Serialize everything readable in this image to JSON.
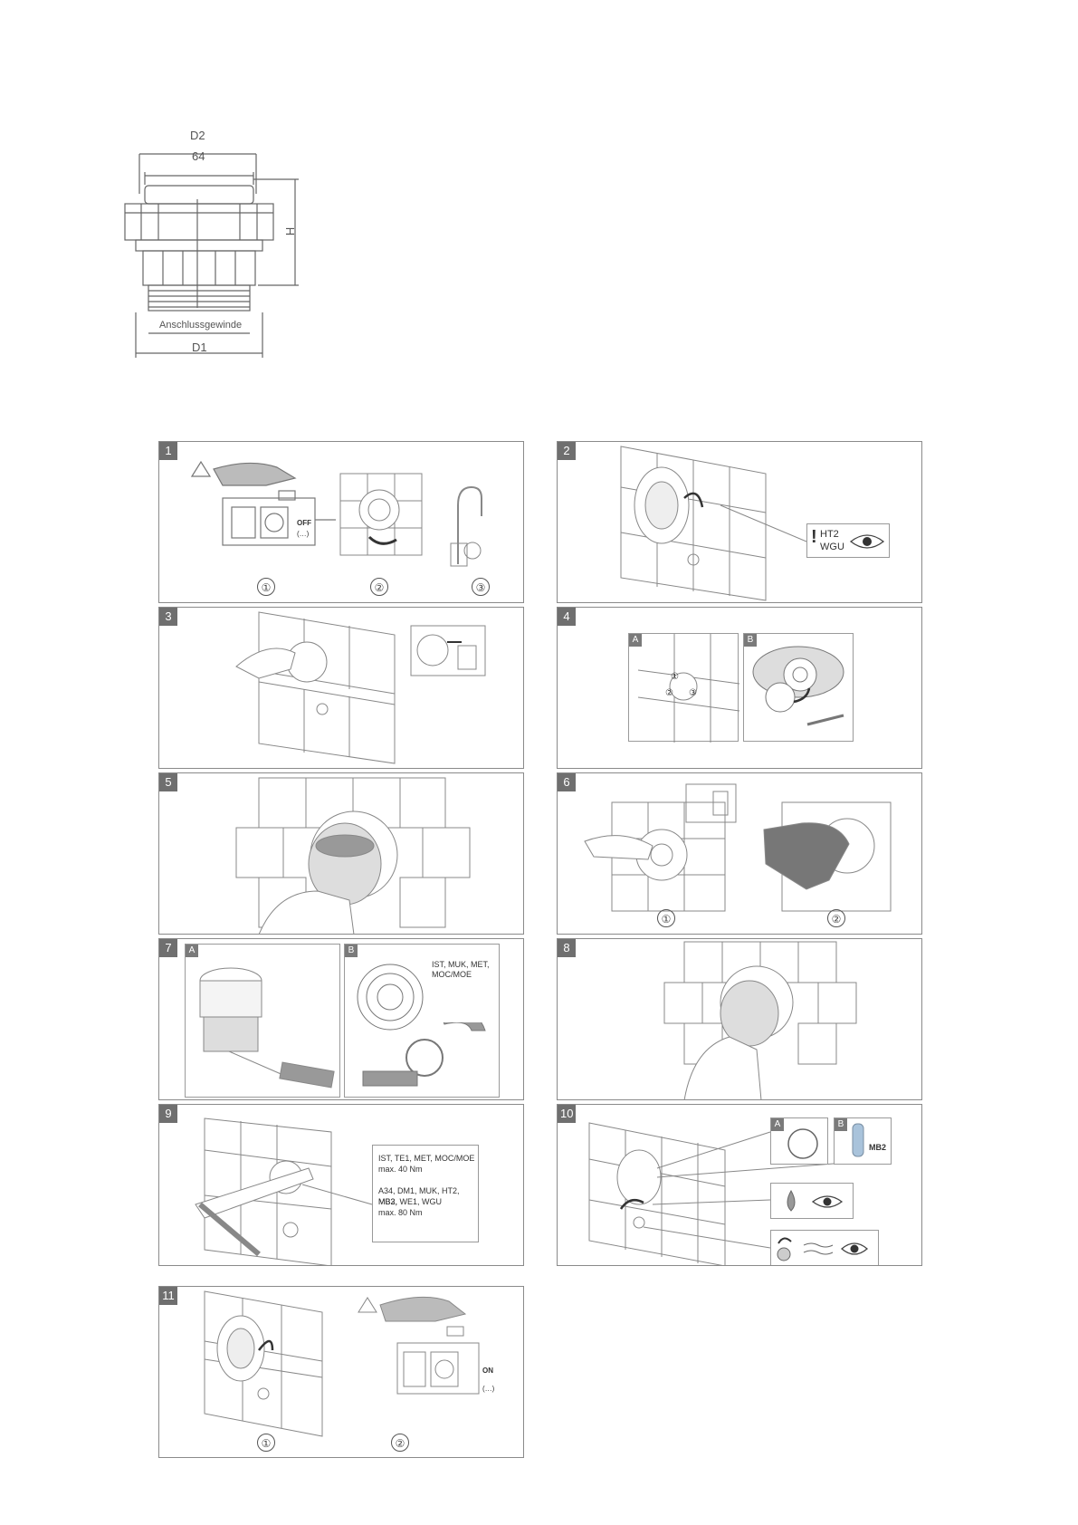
{
  "drawing": {
    "d2": "D2",
    "d64": "64",
    "h": "H",
    "thread": "Anschlussgewinde",
    "d1": "D1"
  },
  "steps": [
    {
      "n": "1",
      "off": "OFF",
      "dots": "(…)",
      "c1": "①",
      "c2": "②",
      "c3": "③"
    },
    {
      "n": "2",
      "codes": [
        "HT2",
        "WGU"
      ]
    },
    {
      "n": "3"
    },
    {
      "n": "4",
      "a": "A",
      "b": "B",
      "c1": "①",
      "c2": "②",
      "c3": "③"
    },
    {
      "n": "5"
    },
    {
      "n": "6",
      "c1": "①",
      "c2": "②"
    },
    {
      "n": "7",
      "a": "A",
      "b": "B",
      "note": [
        "IST, MUK, MET,",
        "MOC/MOE"
      ]
    },
    {
      "n": "8"
    },
    {
      "n": "9",
      "note": [
        "IST, TE1, MET, MOC/MOE",
        "max. 40 Nm",
        "",
        "A34, DM1, MUK, HT2, MB2,",
        "MB3, WE1, WGU",
        "max. 80 Nm"
      ]
    },
    {
      "n": "10",
      "a": "A",
      "b": "B",
      "mb2": "MB2"
    },
    {
      "n": "11",
      "on": "ON",
      "dots": "(…)",
      "c1": "①",
      "c2": "②"
    }
  ]
}
